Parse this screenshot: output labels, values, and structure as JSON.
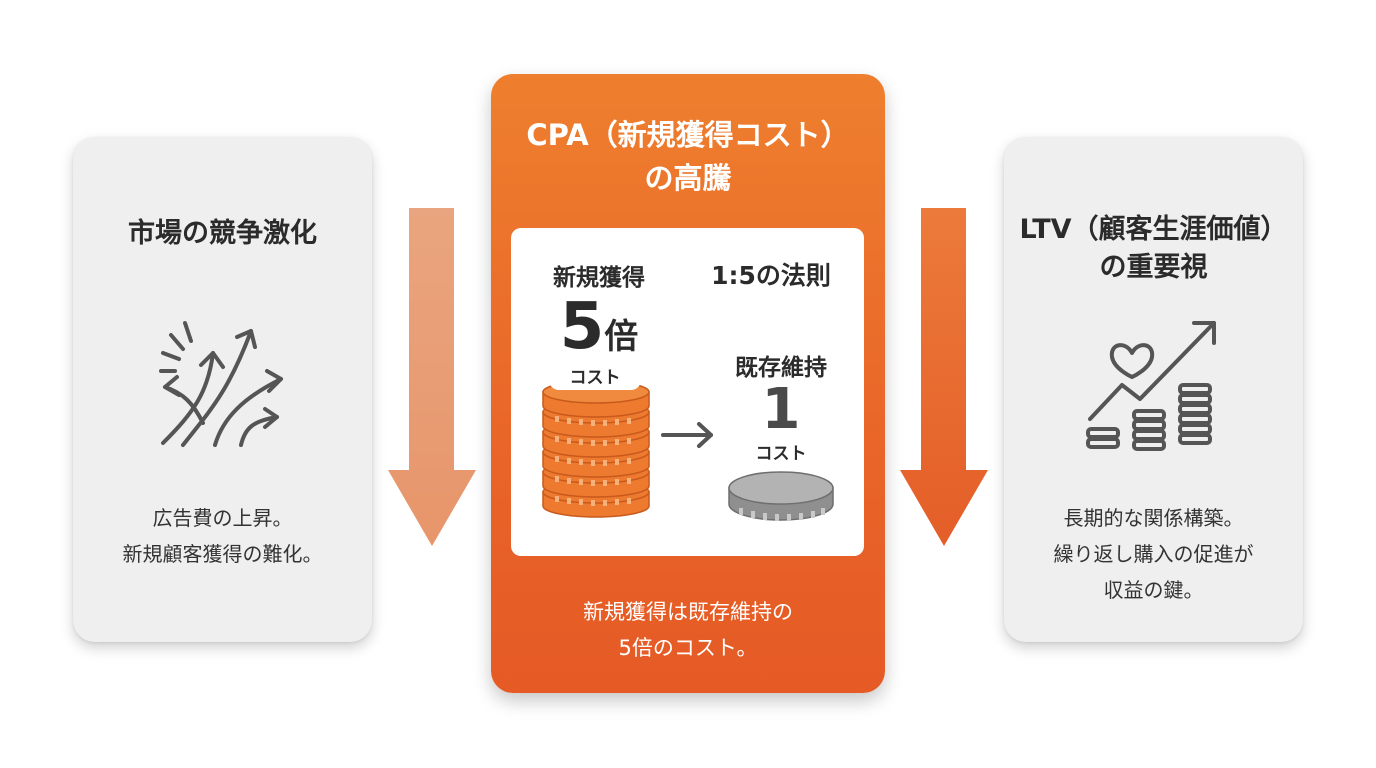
{
  "left_card": {
    "title": "市場の競争激化",
    "icon": "diverging-arrows-icon",
    "description": [
      "広告費の上昇。",
      "新規顧客獲得の難化。"
    ]
  },
  "center_card": {
    "title": [
      "CPA（新規獲得コスト）",
      "の高騰"
    ],
    "rule": "1:5の法則",
    "new_acquisition": {
      "label": "新規獲得",
      "multiplier": "5",
      "multiplier_unit": "倍",
      "cost_label": "コスト",
      "icon": "coin-stack-icon"
    },
    "retention": {
      "label": "既存維持",
      "value": "1",
      "cost_label": "コスト",
      "icon": "single-coin-icon"
    },
    "description": [
      "新規獲得は既存維持の",
      "5倍のコスト。"
    ]
  },
  "right_card": {
    "title": [
      "LTV（顧客生涯価値）",
      "の重要視"
    ],
    "icon": "heart-growth-chart-icon",
    "description": [
      "長期的な関係構築。",
      "繰り返し購入の促進が",
      "収益の鍵。"
    ]
  },
  "colors": {
    "accent_orange": "#e96529",
    "accent_light": "#e8a17a",
    "card_gray": "#efefef",
    "coin_orange": "#ee7a30",
    "coin_gray": "#a8a8a8"
  }
}
